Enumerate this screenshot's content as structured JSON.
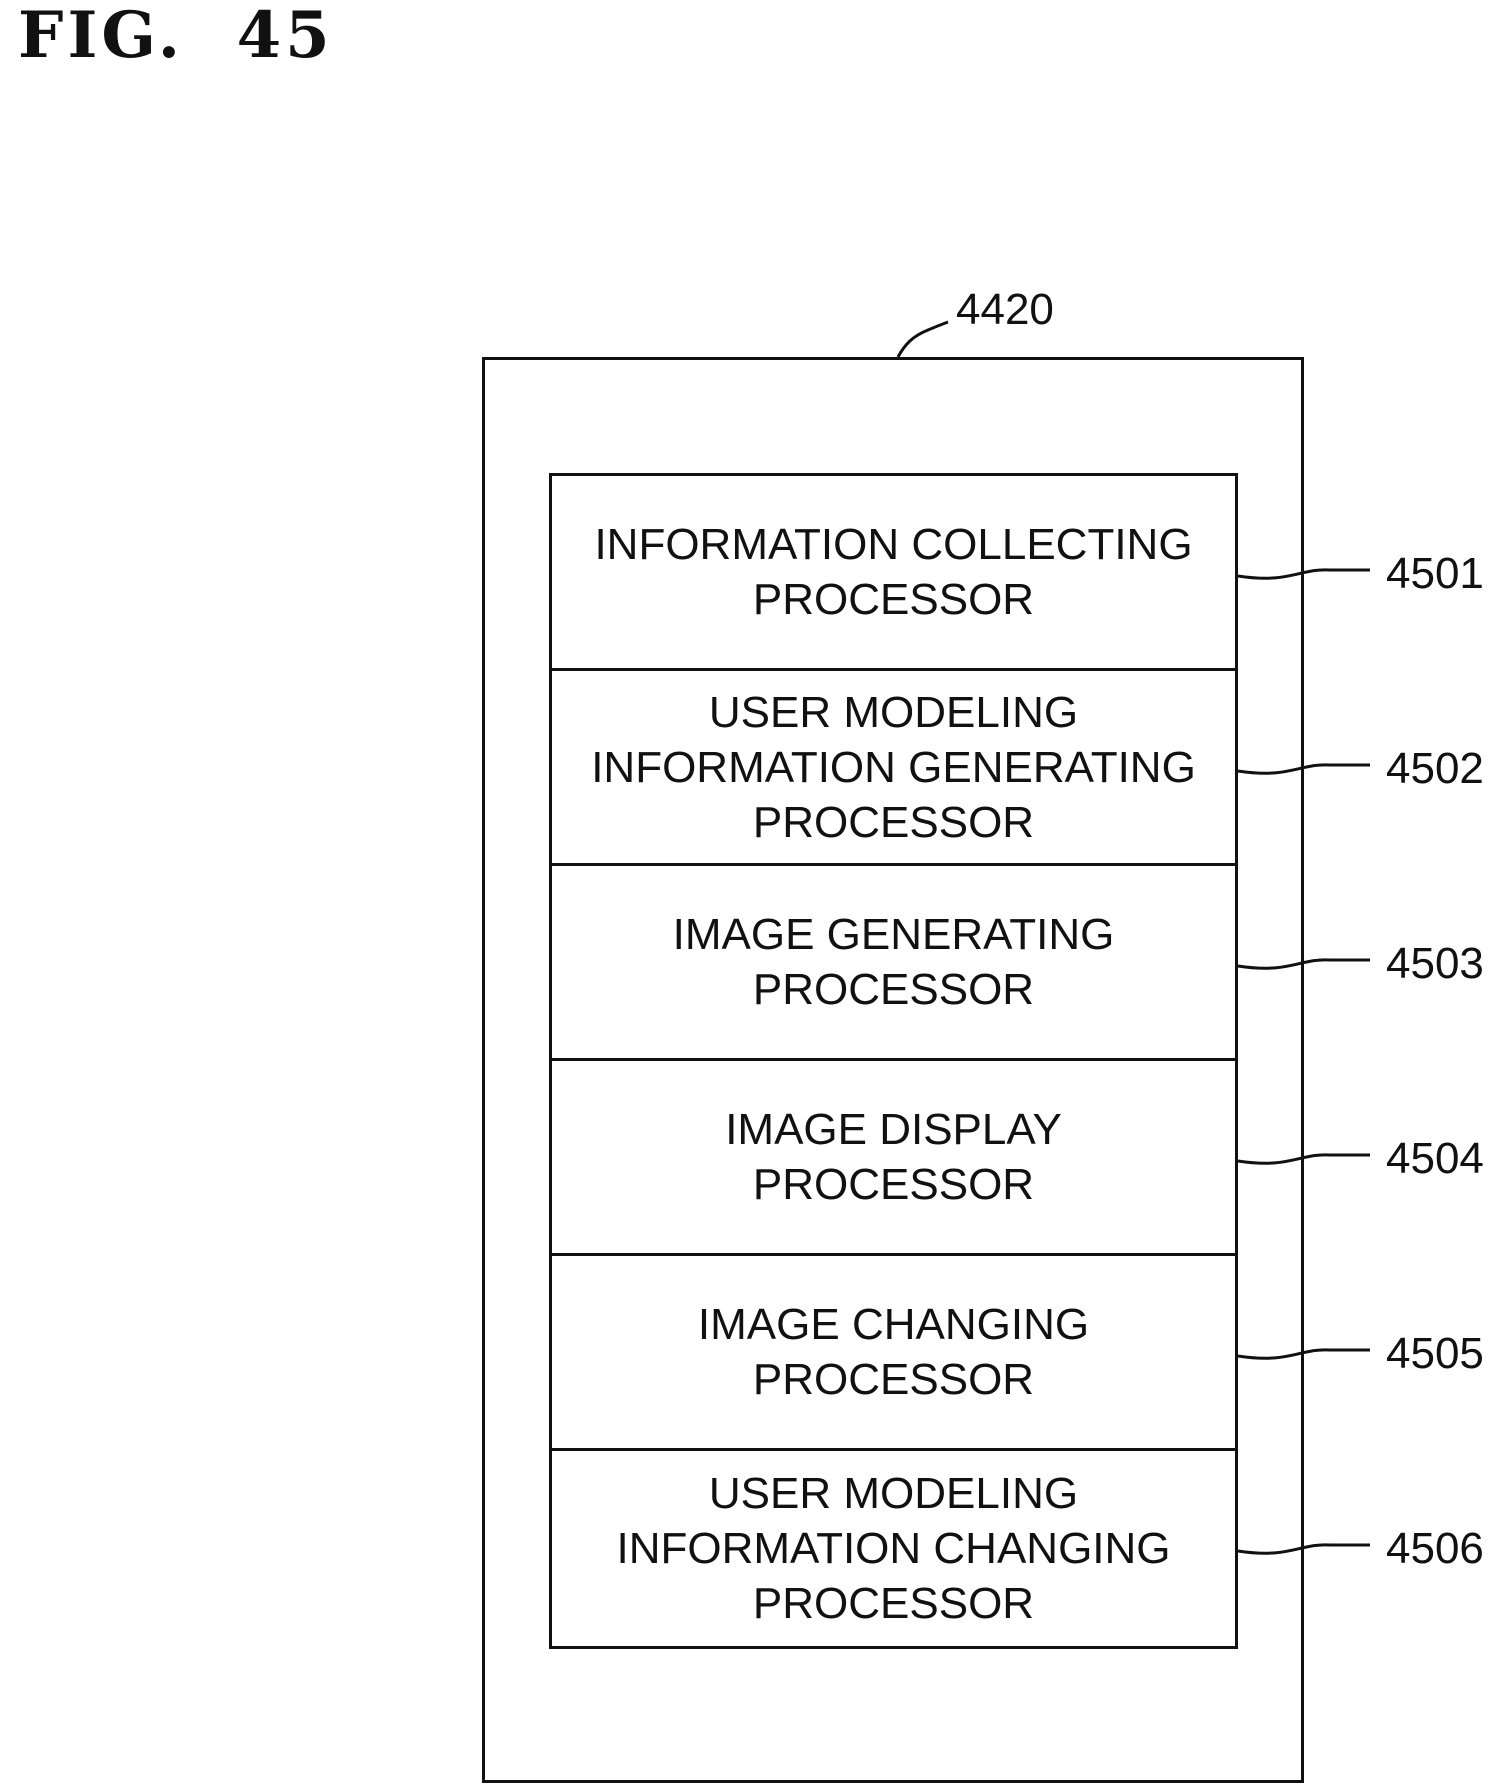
{
  "figure": {
    "title": "FIG.  45"
  },
  "outer_component": {
    "ref": "4420"
  },
  "processors": [
    {
      "label": "INFORMATION COLLECTING\nPROCESSOR",
      "ref": "4501"
    },
    {
      "label": "USER MODELING\nINFORMATION GENERATING\nPROCESSOR",
      "ref": "4502"
    },
    {
      "label": "IMAGE GENERATING\nPROCESSOR",
      "ref": "4503"
    },
    {
      "label": "IMAGE DISPLAY\nPROCESSOR",
      "ref": "4504"
    },
    {
      "label": "IMAGE CHANGING\nPROCESSOR",
      "ref": "4505"
    },
    {
      "label": "USER MODELING\nINFORMATION CHANGING\nPROCESSOR",
      "ref": "4506"
    }
  ]
}
